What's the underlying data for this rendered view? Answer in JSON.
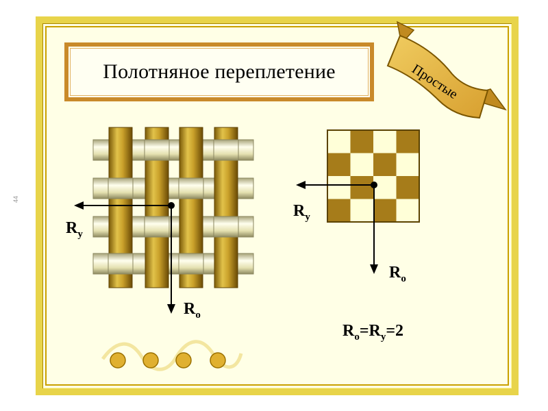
{
  "page_number": "44",
  "title": "Полотняное переплетение",
  "ribbon": {
    "text": "Простые"
  },
  "weave_diagram": {
    "weft_label_main": "R",
    "weft_label_sub": "у",
    "warp_label_main": "R",
    "warp_label_sub": "о"
  },
  "checker_diagram": {
    "rows": 4,
    "cols": 4,
    "weft_label_main": "R",
    "weft_label_sub": "у",
    "warp_label_main": "R",
    "warp_label_sub": "о"
  },
  "formula": {
    "part1": "R",
    "sub1": "о",
    "part2": "=R",
    "sub2": "у",
    "part3": "=2"
  },
  "colors": {
    "frame": "#E8D44A",
    "frame_dark": "#C9A000",
    "background": "#FFFFE6",
    "title_border": "#C98A2A",
    "warp": "#B8860B",
    "weft": "#EAE6B4",
    "checker_dark": "#A67C1A",
    "checker_light": "#FFFFD8",
    "ribbon": "#E8B84A",
    "dots": "#E0B030"
  }
}
